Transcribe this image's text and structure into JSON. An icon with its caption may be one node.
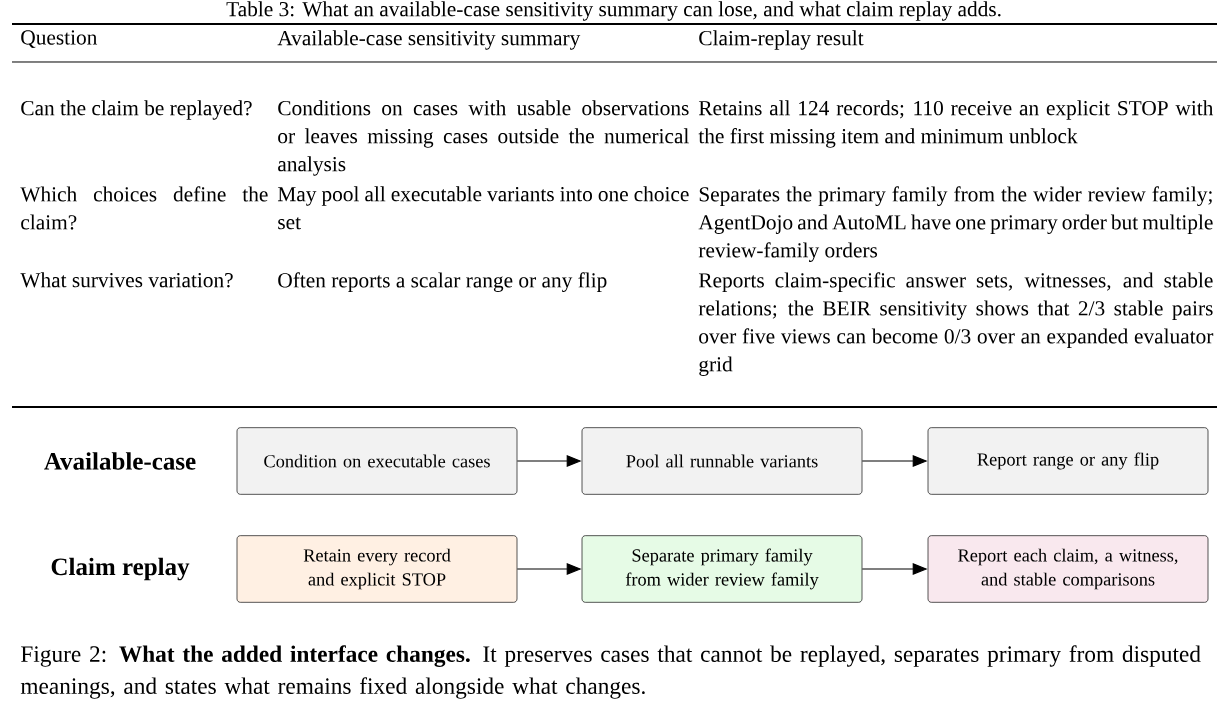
{
  "diagram": {
    "title": "Table 3: What an available-case sensitivity summary can lose, and what claim replay adds.",
    "caption": "Figure 2: **What the added interface changes.** It preserves cases that cannot be replayed, separates primary from disputed meanings, and states what remains fixed alongside what changes.",
    "nodes": [
      {
        "text": [
          "Condition on executable cases"
        ]
      },
      {
        "text": [
          "Pool all runnable variants"
        ]
      },
      {
        "text": [
          "Report range or any flip"
        ]
      },
      {
        "text": [
          "Retain every record and explicit STOP"
        ]
      },
      {
        "text": [
          "Separate primary family from wider review family"
        ]
      },
      {
        "text": [
          "Report each claim, a witness, and stable comparisons"
        ]
      }
    ],
    "edges": [
      {
        "from": 0,
        "to": 1,
        "arrow": "to"
      },
      {
        "from": 1,
        "to": 2,
        "arrow": "to"
      },
      {
        "from": 3,
        "to": 4,
        "arrow": "to"
      },
      {
        "from": 4,
        "to": 5,
        "arrow": "to"
      }
    ],
    "labels": [
      "Question",
      "Available-case sensitivity summary",
      "Claim-replay result",
      "Can the claim be replayed?",
      "Conditions on cases with usable observations or leaves missing cases outside the numerical analysis",
      "Retains all 124 records; 110 receive an explicit STOP with the first missing item and minimum unblock",
      "Which choices define the claim?",
      "May pool all executable variants into one choice set",
      "Separates the primary family from the wider review family; AgentDojo and AutoML have one primary order but multiple review-family orders",
      "What survives variation?",
      "Often reports a scalar range or any flip",
      "Reports claim-specific answer sets, witnesses, and stable relations; the BEIR sensitivity shows that 2/3 stable pairs over five views can become 0/3 over an expanded evaluator grid",
      "Available-case",
      "Claim replay"
    ]
  }
}
